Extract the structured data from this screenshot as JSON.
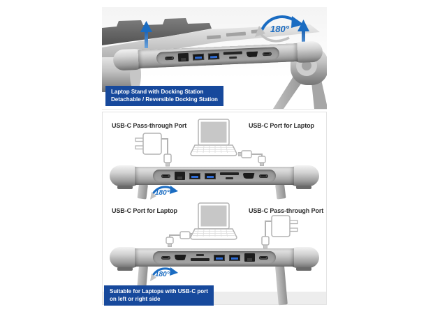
{
  "photo": {
    "banner": {
      "line1": "Laptop Stand with Docking Station",
      "line2": "Detachable / Reversible Docking Station"
    },
    "rotation_label": "180°",
    "ports": [
      "usb-c",
      "ethernet",
      "usb-a",
      "usb-a",
      "card-reader",
      "hdmi",
      "usb-c"
    ]
  },
  "diagrams": {
    "middle": {
      "left_label": "USB-C Pass-through Port",
      "right_label": "USB-C Port for Laptop",
      "rotation_label": "180°",
      "ports": [
        "usb-c",
        "ethernet",
        "usb-a",
        "usb-a",
        "card-reader",
        "hdmi",
        "usb-c"
      ]
    },
    "bottom": {
      "left_label": "USB-C Port for Laptop",
      "right_label": "USB-C Pass-through Port",
      "rotation_label": "180°",
      "ports": [
        "usb-c",
        "hdmi",
        "card-reader",
        "usb-a",
        "usb-a",
        "ethernet",
        "usb-c"
      ]
    },
    "banner": {
      "line1": "Suitable for Laptops with USB-C port",
      "line2": "on left or right side"
    }
  },
  "colors": {
    "banner_blue": "#17499c",
    "arrow_blue": "#1a6cc2",
    "usb_port_blue": "#2f6cd4"
  }
}
